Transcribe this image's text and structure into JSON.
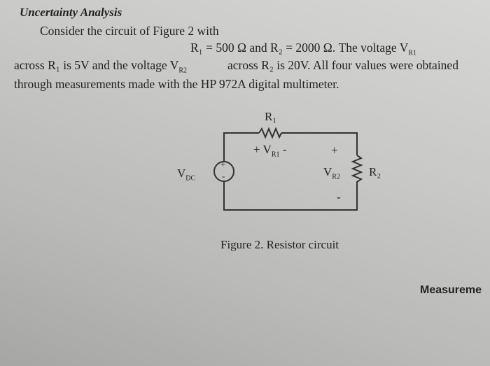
{
  "heading": "Uncertainty Analysis",
  "paragraph": {
    "line1a": "Consider the circuit of Figure 2 with",
    "line1b": "R₁ = 500 Ω and R₂ = 2000 Ω. The voltage V",
    "line1b_sub": "R1",
    "line2a": "across R₁ is 5V and the voltage V",
    "line2a_sub": "R2",
    "line2b": "across R₂ is 20V. All four values were obtained",
    "line3": "through measurements made with the HP 972A digital multimeter."
  },
  "figure": {
    "r1_label": "R₁",
    "vr1_label": "+  V",
    "vr1_sub": "R1",
    "vr1_minus": "-",
    "vr2_plus": "+",
    "vr2_label": "V",
    "vr2_sub": "R2",
    "vr2_minus": "-",
    "r2_label": "R₂",
    "vdc_label": "V",
    "vdc_sub": "DC",
    "source_plus": "+",
    "source_minus": "-",
    "caption": "Figure 2. Resistor circuit"
  },
  "next_section": "Measureme"
}
